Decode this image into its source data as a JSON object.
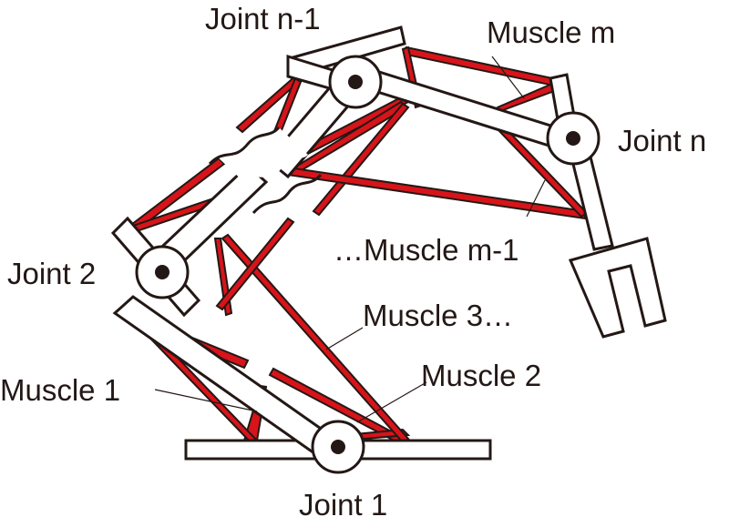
{
  "labels": {
    "joint_n_minus_1": "Joint n-1",
    "muscle_m": "Muscle m",
    "joint_n": "Joint n",
    "muscle_m_minus_1": "…Muscle m-1",
    "joint_2": "Joint 2",
    "muscle_3": "Muscle 3…",
    "muscle_2": "Muscle 2",
    "muscle_1": "Muscle 1",
    "joint_1": "Joint 1"
  },
  "colors": {
    "muscle": "#d7141a",
    "outline": "#231815",
    "link_fill": "#ffffff"
  }
}
